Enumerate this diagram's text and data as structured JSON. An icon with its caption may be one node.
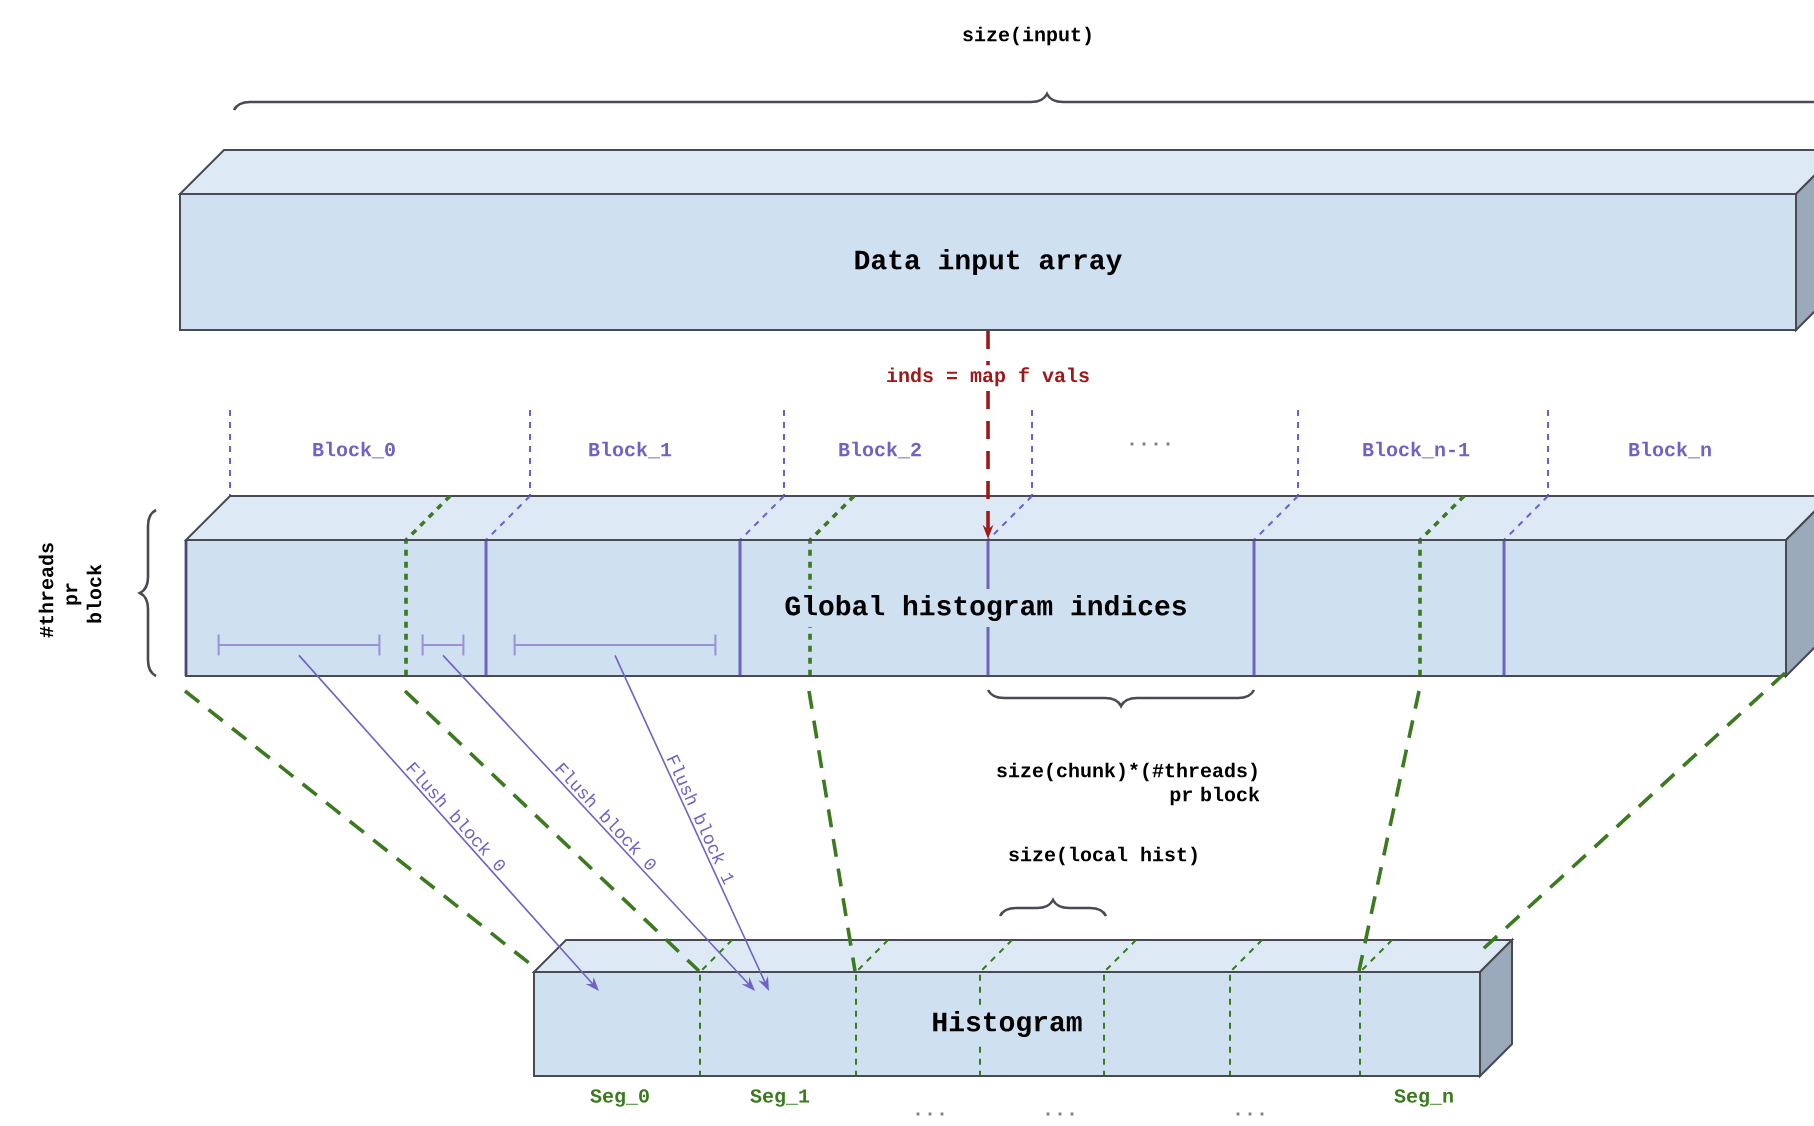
{
  "diagram": {
    "nodes": [
      {
        "text": [
          "Data input array"
        ]
      },
      {
        "text": [
          "Global histogram indices"
        ]
      },
      {
        "text": [
          "Histogram"
        ]
      },
      {
        "text": [],
        "shape": "bar",
        "in": 1
      },
      {
        "text": [],
        "shape": "bar",
        "in": 1
      },
      {
        "text": [],
        "shape": "bar",
        "in": 1
      }
    ],
    "edges": [
      {
        "from": 0,
        "to": 1,
        "arrow": "to",
        "style": "dashed",
        "color": "#a01818",
        "label": "inds = map f vals"
      },
      {
        "from": 3,
        "to": 2,
        "arrow": "to",
        "color": "#6f62c4",
        "label": "Flush block 0"
      },
      {
        "from": 4,
        "to": 2,
        "arrow": "to",
        "color": "#6f62c4",
        "label": "Flush block 0"
      },
      {
        "from": 5,
        "to": 2,
        "arrow": "to",
        "color": "#6f62c4",
        "label": "Flush block 1"
      },
      {
        "from": 1,
        "to": 2,
        "arrow": "none",
        "style": "dashed"
      },
      {
        "from": 1,
        "to": 2,
        "arrow": "none",
        "style": "dashed"
      },
      {
        "from": 1,
        "to": 2,
        "arrow": "none",
        "style": "dashed"
      },
      {
        "from": 1,
        "to": 2,
        "arrow": "none",
        "style": "dashed"
      },
      {
        "from": 1,
        "to": 2,
        "arrow": "none",
        "style": "dashed"
      }
    ],
    "labels": [
      "size(input)",
      "Block_0",
      "Block_1",
      "Block_2",
      "....",
      "Block_n-1",
      "Block_n",
      "#threads pr block",
      "size(chunk)*(#threads) pr block",
      "size(local hist)",
      "Seg_0",
      "Seg_1",
      "Seg_n",
      "...",
      "...",
      "..."
    ]
  }
}
